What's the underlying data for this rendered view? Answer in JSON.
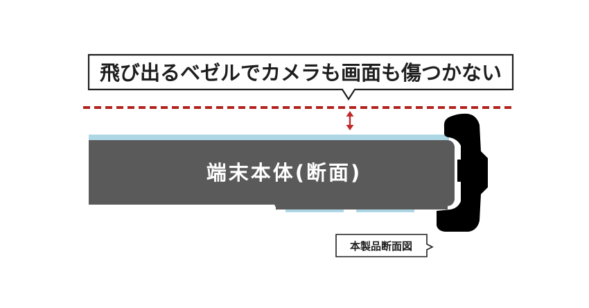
{
  "callout": {
    "text": "飛び出るベゼルでカメラも画面も傷つかない"
  },
  "device_body": {
    "label": "端末本体(断面)"
  },
  "product_caption": {
    "label": "本製品断面図"
  },
  "colors": {
    "dashed_line": "#b2231e",
    "arrow": "#c12a2a",
    "glass": "#aed7e6",
    "device": "#5a5a5a",
    "bezel": "#000000",
    "text": "#1e1e1e",
    "background": "#ffffff"
  }
}
